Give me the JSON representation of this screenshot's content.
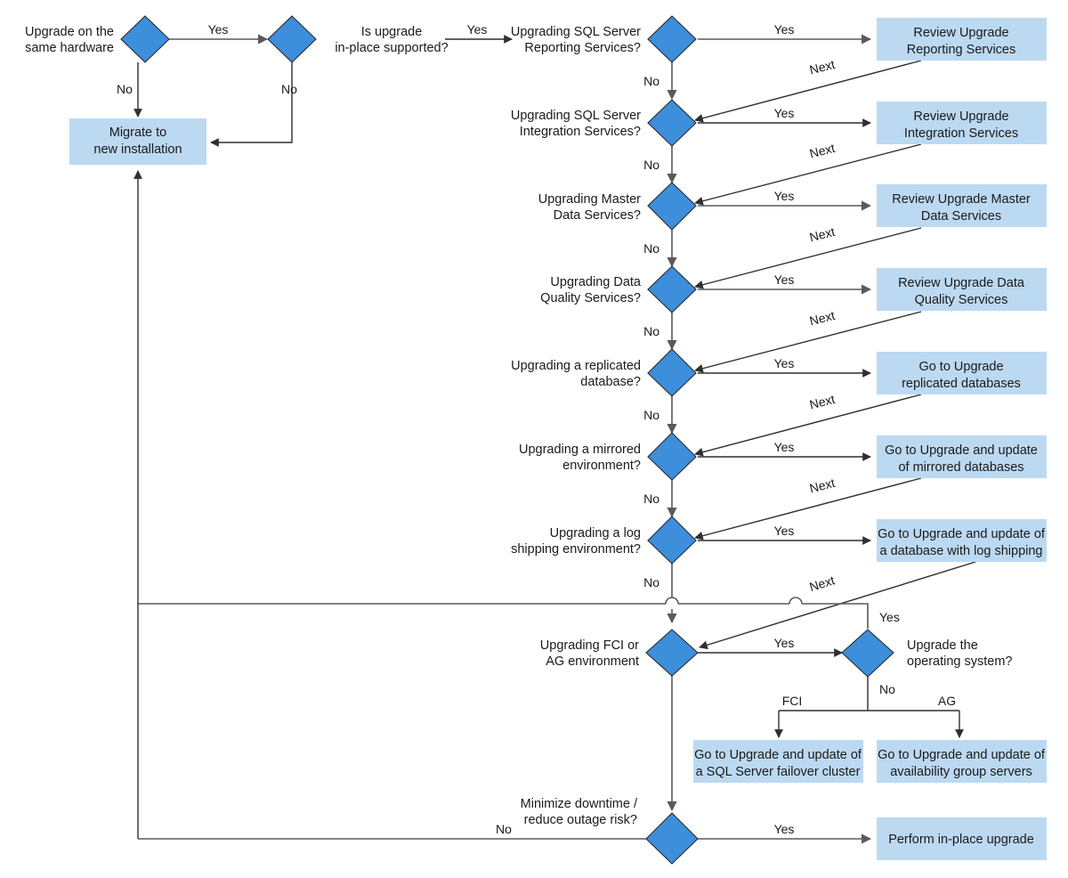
{
  "diagram": {
    "title": "SQL Server upgrade decision flowchart",
    "colors": {
      "decision_fill": "#3d8edb",
      "decision_stroke": "#2a2a2a",
      "process_fill": "#bcd9f2",
      "line": "#5a5a5a",
      "line_dark": "#2f2f2f",
      "text": "#1a1a1a",
      "background": "#ffffff"
    }
  },
  "decisions": [
    {
      "id": "same-hardware",
      "label_line1": "Upgrade on the",
      "label_line2": "same hardware"
    },
    {
      "id": "in-place",
      "label_line1": "Is upgrade",
      "label_line2": "in-place supported?"
    },
    {
      "id": "ssrs",
      "label_line1": "Upgrading SQL Server",
      "label_line2": "Reporting Services?"
    },
    {
      "id": "ssis",
      "label_line1": "Upgrading SQL Server",
      "label_line2": "Integration Services?"
    },
    {
      "id": "mds",
      "label_line1": "Upgrading Master",
      "label_line2": "Data Services?"
    },
    {
      "id": "dqs",
      "label_line1": "Upgrading Data",
      "label_line2": "Quality Services?"
    },
    {
      "id": "replication",
      "label_line1": "Upgrading a replicated",
      "label_line2": "database?"
    },
    {
      "id": "mirroring",
      "label_line1": "Upgrading a mirrored",
      "label_line2": "environment?"
    },
    {
      "id": "log-shipping",
      "label_line1": "Upgrading a log",
      "label_line2": "shipping environment?"
    },
    {
      "id": "fci-ag",
      "label_line1": "Upgrading FCI or",
      "label_line2": "AG environment"
    },
    {
      "id": "upgrade-os",
      "label_line1": "Upgrade the",
      "label_line2": "operating system?"
    },
    {
      "id": "minimize-downtime",
      "label_line1": "Minimize downtime /",
      "label_line2": "reduce outage risk?"
    }
  ],
  "processes": [
    {
      "id": "migrate-new-install",
      "label_line1": "Migrate to",
      "label_line2": "new installation"
    },
    {
      "id": "review-ssrs",
      "label_line1": "Review Upgrade",
      "label_line2": "Reporting Services"
    },
    {
      "id": "review-ssis",
      "label_line1": "Review Upgrade",
      "label_line2": "Integration Services"
    },
    {
      "id": "review-mds",
      "label_line1": "Review Upgrade Master",
      "label_line2": "Data Services"
    },
    {
      "id": "review-dqs",
      "label_line1": "Review Upgrade Data",
      "label_line2": "Quality Services"
    },
    {
      "id": "goto-replication",
      "label_line1": "Go to Upgrade",
      "label_line2": "replicated databases"
    },
    {
      "id": "goto-mirroring",
      "label_line1": "Go to Upgrade and update",
      "label_line2": "of mirrored databases"
    },
    {
      "id": "goto-log-shipping",
      "label_line1": "Go to Upgrade and update of",
      "label_line2": "a database with log shipping"
    },
    {
      "id": "goto-fci",
      "label_line1": "Go to Upgrade and update of",
      "label_line2": "a SQL Server failover cluster"
    },
    {
      "id": "goto-ag",
      "label_line1": "Go to Upgrade and update of",
      "label_line2": "availability group servers"
    },
    {
      "id": "perform-in-place",
      "label_line1": "Perform in-place upgrade",
      "label_line2": ""
    }
  ],
  "edge_labels": {
    "yes": "Yes",
    "no": "No",
    "next": "Next",
    "fci": "FCI",
    "ag": "AG"
  }
}
